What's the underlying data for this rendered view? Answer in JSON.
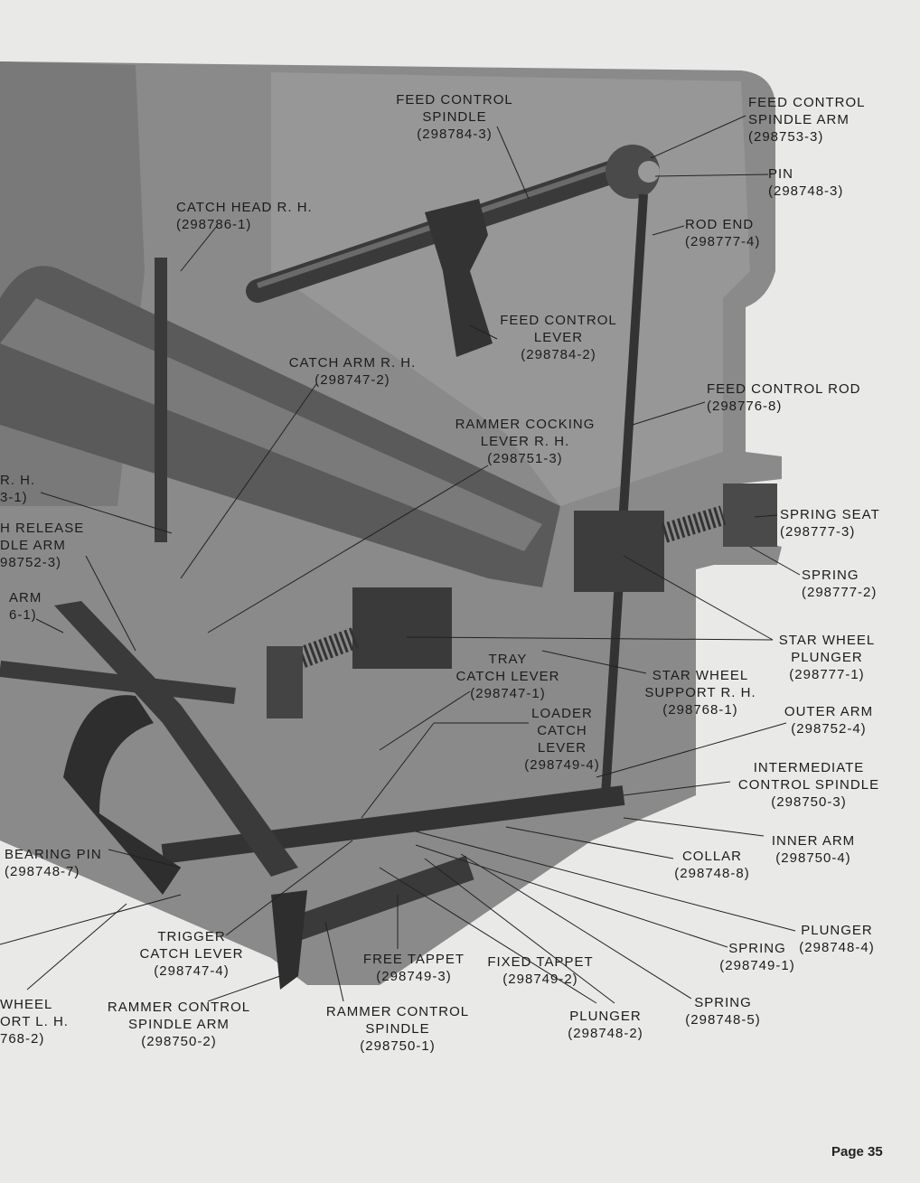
{
  "figure": {
    "labels": [
      {
        "lines": [
          "FEED CONTROL",
          "SPINDLE",
          "(298784-3)"
        ]
      },
      {
        "lines": [
          "FEED CONTROL",
          "SPINDLE ARM",
          "(298753-3)"
        ]
      },
      {
        "lines": [
          "PIN",
          "(298748-3)"
        ]
      },
      {
        "lines": [
          "ROD END",
          "(298777-4)"
        ]
      },
      {
        "lines": [
          "CATCH HEAD R. H.",
          "(298786-1)"
        ]
      },
      {
        "lines": [
          "FEED CONTROL",
          "LEVER",
          "(298784-2)"
        ]
      },
      {
        "lines": [
          "CATCH ARM R. H.",
          "(298747-2)"
        ]
      },
      {
        "lines": [
          "FEED CONTROL ROD",
          "(298776-8)"
        ]
      },
      {
        "lines": [
          "RAMMER COCKING",
          "LEVER R. H.",
          "(298751-3)"
        ]
      },
      {
        "lines": [
          "R. H.",
          "3-1)"
        ]
      },
      {
        "lines": [
          "H RELEASE",
          "DLE ARM",
          "98752-3)"
        ]
      },
      {
        "lines": [
          "ARM",
          "6-1)"
        ]
      },
      {
        "lines": [
          "SPRING SEAT",
          "(298777-3)"
        ]
      },
      {
        "lines": [
          "SPRING",
          "(298777-2)"
        ]
      },
      {
        "lines": [
          "STAR WHEEL",
          "PLUNGER",
          "(298777-1)"
        ]
      },
      {
        "lines": [
          "TRAY",
          "CATCH LEVER",
          "(298747-1)"
        ]
      },
      {
        "lines": [
          "STAR WHEEL",
          "SUPPORT R. H.",
          "(298768-1)"
        ]
      },
      {
        "lines": [
          "LOADER",
          "CATCH",
          "LEVER",
          "(298749-4)"
        ]
      },
      {
        "lines": [
          "OUTER ARM",
          "(298752-4)"
        ]
      },
      {
        "lines": [
          "INTERMEDIATE",
          "CONTROL SPINDLE",
          "(298750-3)"
        ]
      },
      {
        "lines": [
          "INNER ARM",
          "(298750-4)"
        ]
      },
      {
        "lines": [
          "COLLAR",
          "(298748-8)"
        ]
      },
      {
        "lines": [
          "BEARING PIN",
          "(298748-7)"
        ]
      },
      {
        "lines": [
          "PLUNGER",
          "(298748-4)"
        ]
      },
      {
        "lines": [
          "SPRING",
          "(298749-1)"
        ]
      },
      {
        "lines": [
          "TRIGGER",
          "CATCH LEVER",
          "(298747-4)"
        ]
      },
      {
        "lines": [
          "FREE TAPPET",
          "(298749-3)"
        ]
      },
      {
        "lines": [
          "FIXED TAPPET",
          "(298749-2)"
        ]
      },
      {
        "lines": [
          "SPRING",
          "(298748-5)"
        ]
      },
      {
        "lines": [
          "WHEEL",
          "ORT L. H.",
          "768-2)"
        ]
      },
      {
        "lines": [
          "RAMMER CONTROL",
          "SPINDLE ARM",
          "(298750-2)"
        ]
      },
      {
        "lines": [
          "RAMMER CONTROL",
          "SPINDLE",
          "(298750-1)"
        ]
      },
      {
        "lines": [
          "PLUNGER",
          "(298748-2)"
        ]
      }
    ]
  },
  "page": {
    "number_label": "Page 35"
  }
}
